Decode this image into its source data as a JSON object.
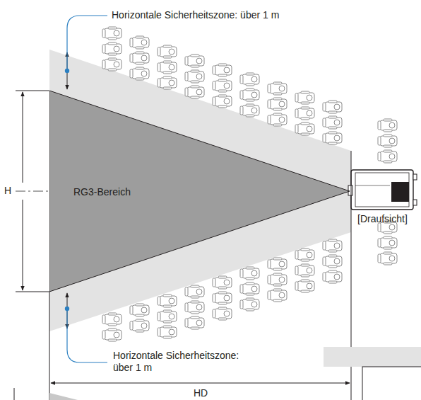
{
  "diagram": {
    "nodes": [
      {
        "text": [
          "RG3-Bereich"
        ]
      }
    ],
    "labels": [
      "Horizontale Sicherheitszone: über 1 m",
      "H",
      "[Draufsicht]",
      "Horizontale Sicherheitszone: über 1 m",
      "HD"
    ]
  }
}
